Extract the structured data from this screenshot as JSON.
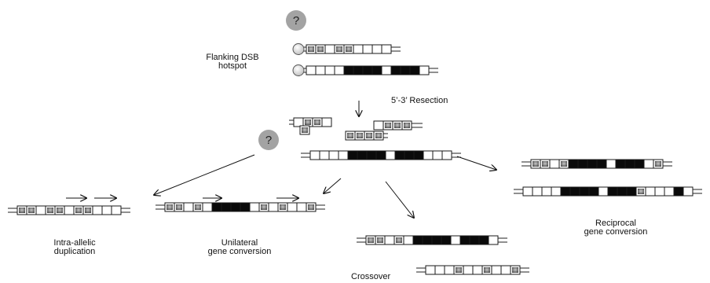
{
  "labels": {
    "flanking_line1": "Flanking DSB",
    "flanking_line2": "hotspot",
    "resection": "5’-3’ Resection",
    "intra_line1": "Intra-allelic",
    "intra_line2": "duplication",
    "unilateral_line1": "Unilateral",
    "unilateral_line2": "gene conversion",
    "reciprocal_line1": "Reciprocal",
    "reciprocal_line2": "gene conversion",
    "crossover": "Crossover",
    "question_mark": "?"
  },
  "colors": {
    "black_cell": "#0a0a0a",
    "grey_cell": "#8a8a8a",
    "cell_border": "#1a1a1a",
    "hotspot_circle": "#d9d9d9",
    "question_circle": "#9e9e9e"
  },
  "icons": [
    "question-mark-icon",
    "hotspot-circle-icon",
    "arrow-icon"
  ]
}
